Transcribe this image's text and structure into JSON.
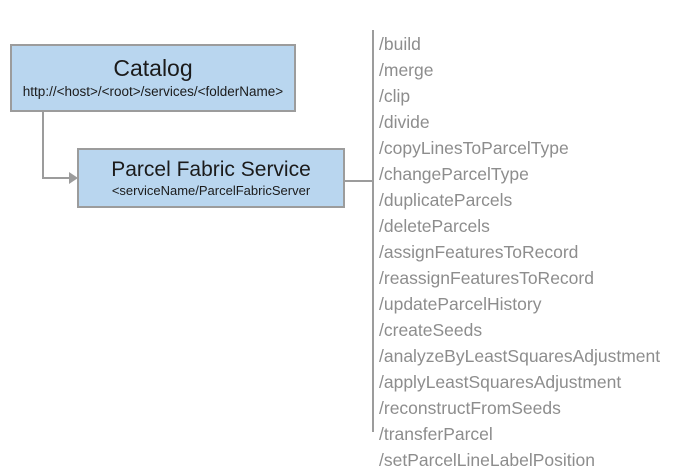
{
  "diagram": {
    "nodes": [
      {
        "id": "catalog",
        "title": "Catalog",
        "subtitle": "http://<host>/<root>/services/<folderName>"
      },
      {
        "id": "parcel-fabric-service",
        "title": "Parcel Fabric Service",
        "subtitle": "<serviceName/ParcelFabricServer"
      }
    ],
    "operations": [
      "/build",
      "/merge",
      "/clip",
      "/divide",
      "/copyLinesToParcelType",
      "/changeParcelType",
      "/duplicateParcels",
      "/deleteParcels",
      "/assignFeaturesToRecord",
      "/reassignFeaturesToRecord",
      "/updateParcelHistory",
      "/createSeeds",
      "/analyzeByLeastSquaresAdjustment",
      "/applyLeastSquaresAdjustment",
      "/reconstructFromSeeds",
      "/transferParcel",
      "/setParcelLineLabelPosition"
    ],
    "colors": {
      "node_fill": "#b9d6ef",
      "node_border": "#9c9c9c",
      "connector": "#9c9c9c",
      "operation_text": "#8d8d8d",
      "node_text": "#1b1b1b",
      "background": "#ffffff"
    }
  }
}
